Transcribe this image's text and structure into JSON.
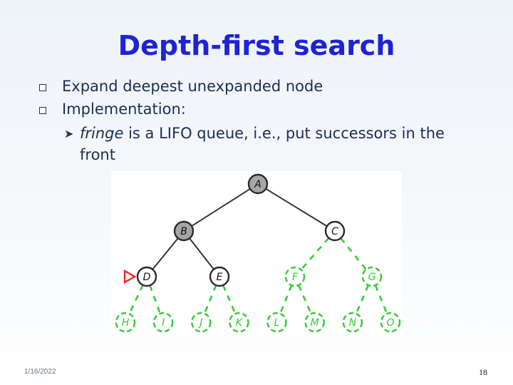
{
  "slide": {
    "title": "Depth-first search",
    "bullets": [
      "Expand deepest unexpanded node",
      "Implementation:"
    ],
    "sub_bullet": {
      "italic_part": "fringe",
      "rest": " is a LIFO queue, i.e., put successors in the front"
    }
  },
  "tree": {
    "nodes": [
      {
        "id": "A",
        "label": "A",
        "state": "expanded",
        "level": 0,
        "pos": 0
      },
      {
        "id": "B",
        "label": "B",
        "state": "expanded",
        "level": 1,
        "pos": 0
      },
      {
        "id": "C",
        "label": "C",
        "state": "fringe",
        "level": 1,
        "pos": 1
      },
      {
        "id": "D",
        "label": "D",
        "state": "current",
        "level": 2,
        "pos": 0
      },
      {
        "id": "E",
        "label": "E",
        "state": "fringe",
        "level": 2,
        "pos": 1
      },
      {
        "id": "F",
        "label": "F",
        "state": "unexplored",
        "level": 2,
        "pos": 2
      },
      {
        "id": "G",
        "label": "G",
        "state": "unexplored",
        "level": 2,
        "pos": 3
      },
      {
        "id": "H",
        "label": "H",
        "state": "unexplored",
        "level": 3,
        "pos": 0
      },
      {
        "id": "I",
        "label": "I",
        "state": "unexplored",
        "level": 3,
        "pos": 1
      },
      {
        "id": "J",
        "label": "J",
        "state": "unexplored",
        "level": 3,
        "pos": 2
      },
      {
        "id": "K",
        "label": "K",
        "state": "unexplored",
        "level": 3,
        "pos": 3
      },
      {
        "id": "L",
        "label": "L",
        "state": "unexplored",
        "level": 3,
        "pos": 4
      },
      {
        "id": "M",
        "label": "M",
        "state": "unexplored",
        "level": 3,
        "pos": 5
      },
      {
        "id": "N",
        "label": "N",
        "state": "unexplored",
        "level": 3,
        "pos": 6
      },
      {
        "id": "O",
        "label": "O",
        "state": "unexplored",
        "level": 3,
        "pos": 7
      }
    ],
    "edges": [
      [
        "A",
        "B",
        "solid"
      ],
      [
        "A",
        "C",
        "solid"
      ],
      [
        "B",
        "D",
        "solid"
      ],
      [
        "B",
        "E",
        "solid"
      ],
      [
        "C",
        "F",
        "dashed"
      ],
      [
        "C",
        "G",
        "dashed"
      ],
      [
        "D",
        "H",
        "dashed"
      ],
      [
        "D",
        "I",
        "dashed"
      ],
      [
        "E",
        "J",
        "dashed"
      ],
      [
        "E",
        "K",
        "dashed"
      ],
      [
        "F",
        "L",
        "dashed"
      ],
      [
        "F",
        "M",
        "dashed"
      ],
      [
        "G",
        "N",
        "dashed"
      ],
      [
        "G",
        "O",
        "dashed"
      ]
    ],
    "colors": {
      "expanded_fill": "#a6a6a6",
      "fringe_fill": "#ffffff",
      "stroke": "#2a2a2a",
      "unexplored": "#33cc33",
      "edge_solid": "#333333",
      "pointer": "#ff2222"
    },
    "pointer_at": "D"
  },
  "footer": {
    "date": "1/16/2022",
    "page_number": "18"
  }
}
